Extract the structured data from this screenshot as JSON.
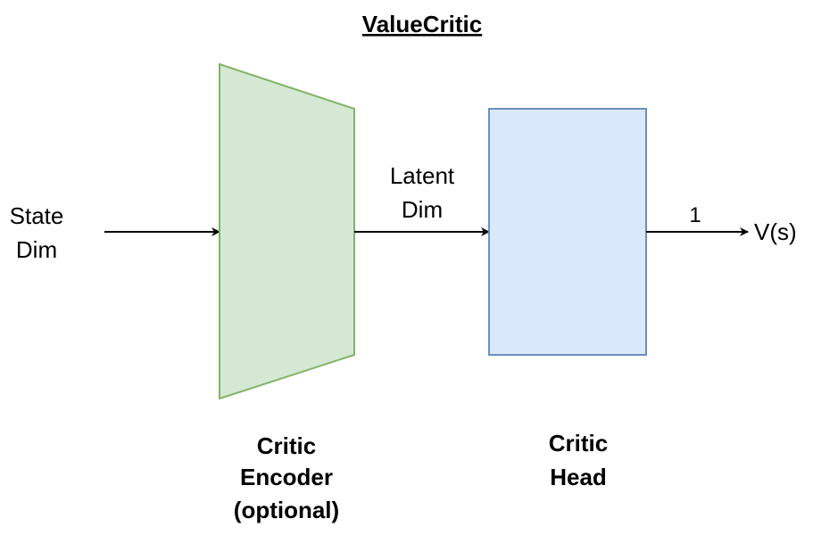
{
  "title": "ValueCritic",
  "input": {
    "line1": "State",
    "line2": "Dim"
  },
  "encoder": {
    "line1": "Critic",
    "line2": "Encoder",
    "line3": "(optional)",
    "fill": "#d5e8d4",
    "stroke": "#82b366"
  },
  "latent": {
    "line1": "Latent",
    "line2": "Dim"
  },
  "head": {
    "line1": "Critic",
    "line2": "Head",
    "fill": "#dae8fc",
    "stroke": "#6c8ebf"
  },
  "output": {
    "dim_label": "1",
    "value_label": "V(s)"
  }
}
